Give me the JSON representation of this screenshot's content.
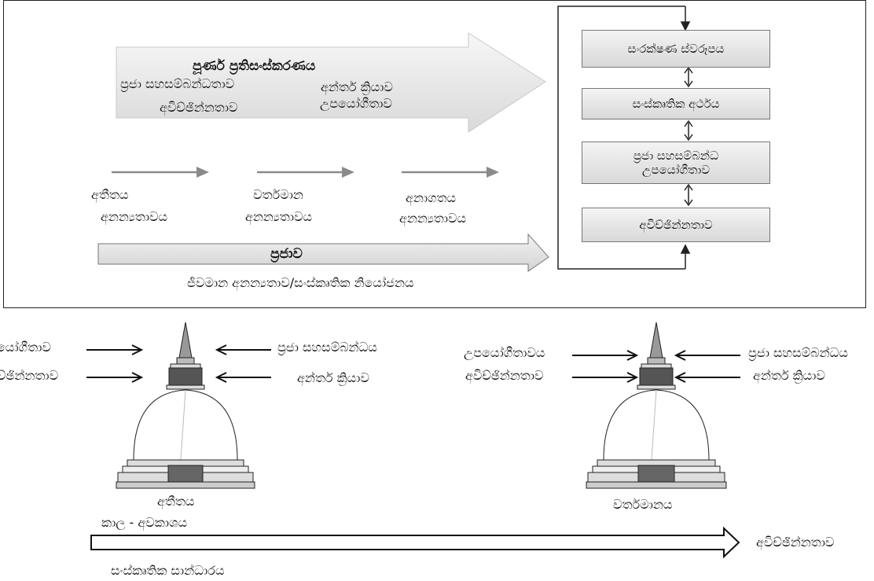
{
  "top_panel": {
    "big_arrow": {
      "title": "පූර්ණ ප්‍රතිසංස්කරණය",
      "items": [
        "ප්‍රජා සහසම්බන්ධතාව",
        "අන්තර් ක්‍රියාව",
        "අවිච්ඡින්නතාව",
        "උපයෝගීතාව"
      ]
    },
    "time_labels": [
      {
        "line1": "අතීතය",
        "line2": "අනන්‍යතාවය"
      },
      {
        "line1": "වර්තමාන",
        "line2": "අනන්‍යතාවය"
      },
      {
        "line1": "අනාගතය",
        "line2": "අනන්‍යතාවය"
      }
    ],
    "community_arrow": {
      "label": "ප්‍රජාව",
      "caption": "ජීවමාන අනන්‍යතාව/සංස්කෘතික නියෝජනය"
    },
    "stack": [
      "සංරක්ෂණ ස්වරූපය",
      "සංස්කෘතික අර්ථය",
      "ප්‍රජා සහසම්බන්ධ උපයෝගීතාව",
      "අවිච්ඡින්නතාව"
    ]
  },
  "bottom_panel": {
    "left_stupa": {
      "left_labels": [
        "යෝගීතාව",
        "ච්ඡින්නතාව"
      ],
      "right_labels": [
        "ප්‍රජා සහසම්බන්ධය",
        "අන්තර් ක්‍රියාව"
      ],
      "caption": "අතීතය"
    },
    "right_stupa": {
      "left_labels": [
        "උපයෝගීතාවය",
        "අවිච්ඡින්නතාව"
      ],
      "right_labels": [
        "ප්‍රජා සහසම්බන්ධය",
        "අන්තර් ක්‍රියාව"
      ],
      "caption": "වර්තමානය"
    },
    "timeline": {
      "above": "කාල - අවකාශය",
      "below": "සංස්කෘතික සාන්ධාරය",
      "end": "අවිච්ඡින්නතාව"
    }
  }
}
